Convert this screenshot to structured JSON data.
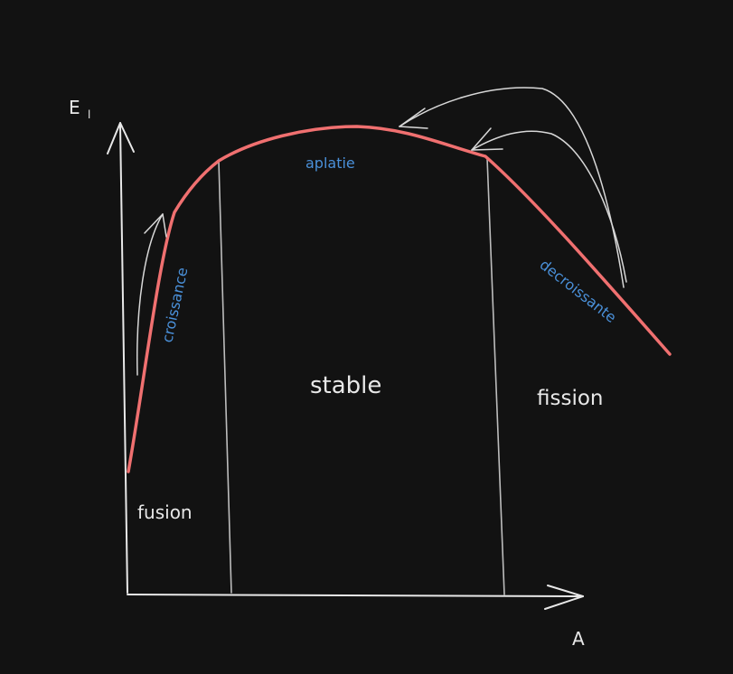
{
  "axis_labels": {
    "y": "E",
    "y_subscript": "l",
    "x": "A"
  },
  "regions": {
    "fusion": "fusion",
    "stable": "stable",
    "fission": "fission"
  },
  "curve_labels": {
    "rising": "croissance",
    "flat": "aplatie",
    "falling": "decroissante"
  },
  "colors": {
    "background": "#121212",
    "axis": "#e8e8e8",
    "curve": "#f07070",
    "annotation": "#4a90d9",
    "guide_lines": "#bdbdbd"
  }
}
